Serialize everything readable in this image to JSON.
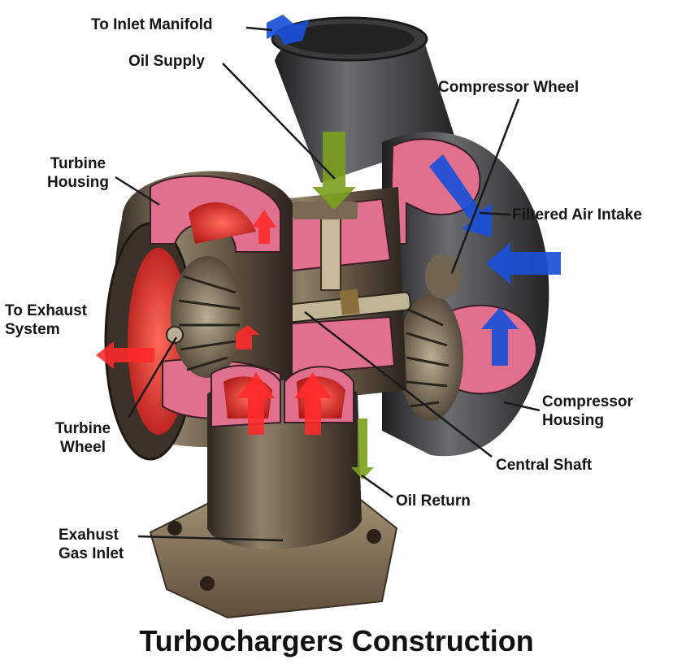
{
  "title": "Turbochargers Construction",
  "labels": {
    "to_inlet_manifold": "To Inlet Manifold",
    "oil_supply": "Oil Supply",
    "compressor_wheel": "Compressor Wheel",
    "turbine_housing_1": "Turbine",
    "turbine_housing_2": "Housing",
    "filtered_air_intake": "Filtered Air Intake",
    "to_exhaust_system_1": "To Exhaust",
    "to_exhaust_system_2": "System",
    "turbine_wheel_1": "Turbine",
    "turbine_wheel_2": "Wheel",
    "compressor_housing_1": "Compressor",
    "compressor_housing_2": "Housing",
    "central_shaft": "Central Shaft",
    "oil_return": "Oil Return",
    "exhaust_gas_inlet_1": "Exahust",
    "exhaust_gas_inlet_2": "Gas Inlet"
  },
  "colors": {
    "cutaway": "#e0708e",
    "hot_gas_arrow": "#ff2a2a",
    "air_arrow": "#1a4fd8",
    "oil_arrow": "#7aa01e",
    "metal": "#4a3d30",
    "leader_line": "#1a1a1a"
  }
}
